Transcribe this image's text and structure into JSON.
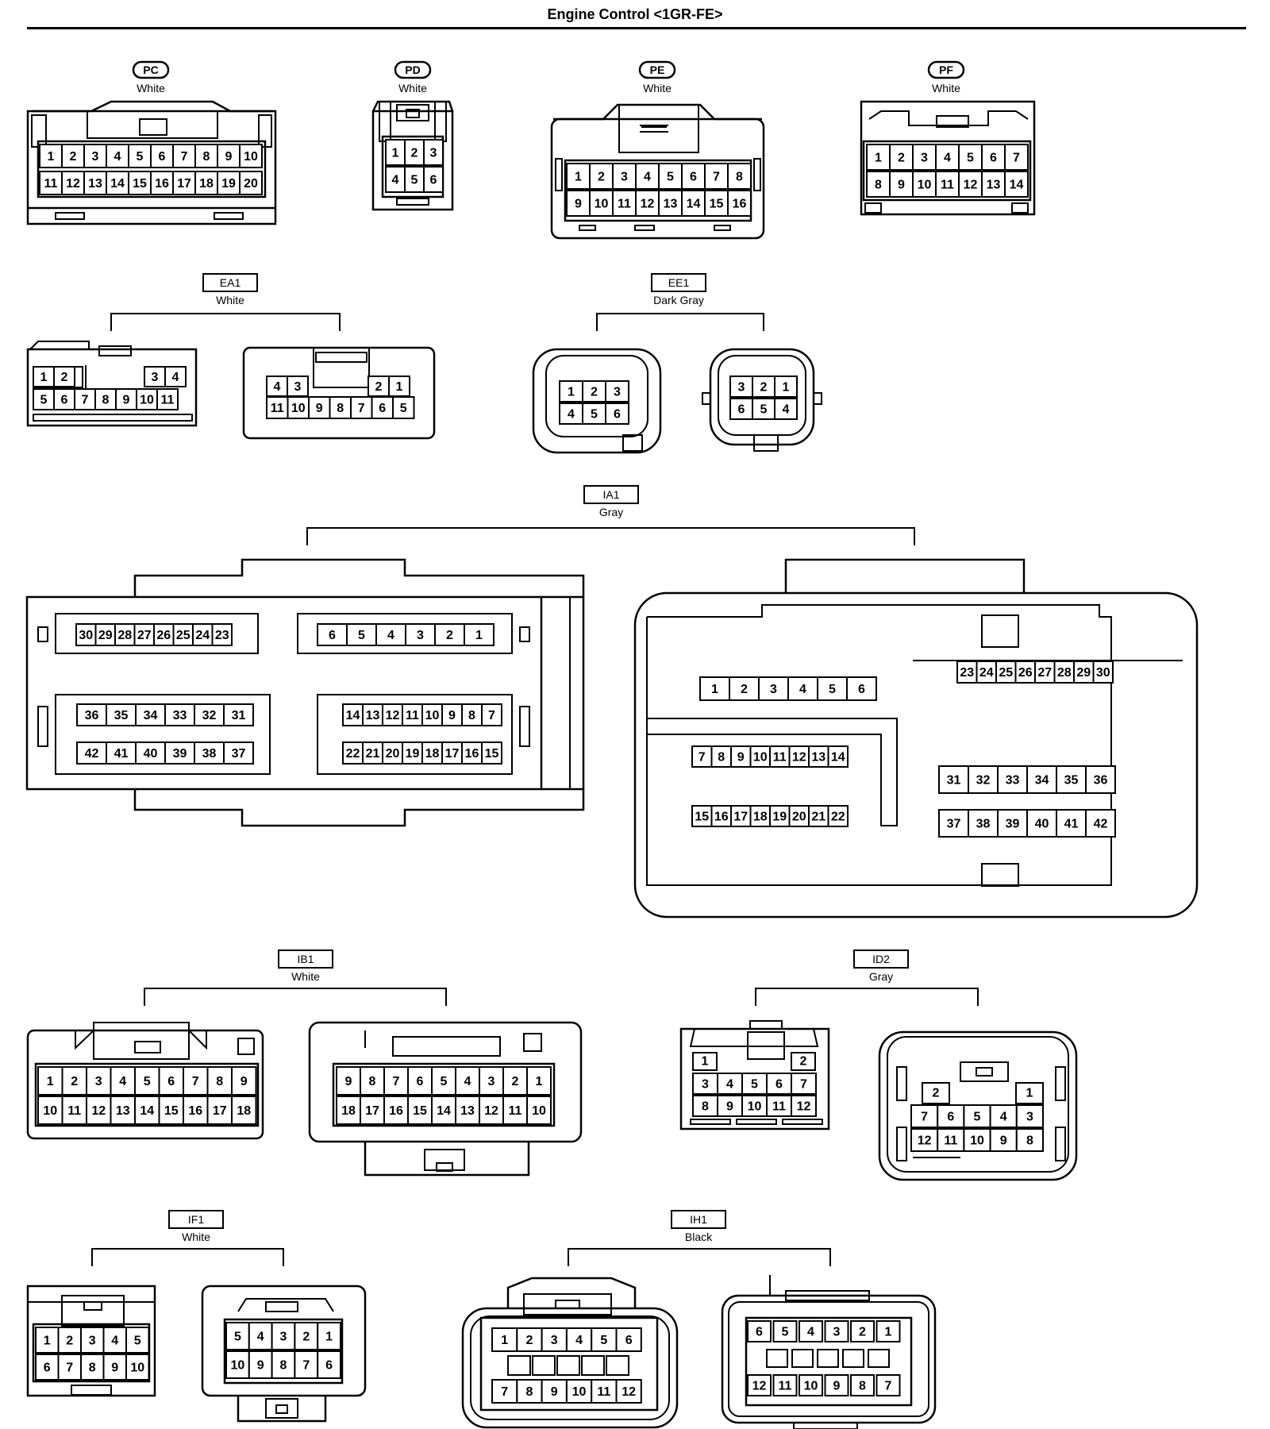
{
  "title": "Engine Control <1GR-FE>",
  "connectors": [
    {
      "id": "PC",
      "color": "White",
      "pins": [
        [
          "1",
          "2",
          "3",
          "4",
          "5",
          "6",
          "7",
          "8",
          "9",
          "10"
        ],
        [
          "11",
          "12",
          "13",
          "14",
          "15",
          "16",
          "17",
          "18",
          "19",
          "20"
        ]
      ]
    },
    {
      "id": "PD",
      "color": "White",
      "pins": [
        [
          "1",
          "2",
          "3"
        ],
        [
          "4",
          "5",
          "6"
        ]
      ]
    },
    {
      "id": "PE",
      "color": "White",
      "pins": [
        [
          "1",
          "2",
          "3",
          "4",
          "5",
          "6",
          "7",
          "8"
        ],
        [
          "9",
          "10",
          "11",
          "12",
          "13",
          "14",
          "15",
          "16"
        ]
      ]
    },
    {
      "id": "PF",
      "color": "White",
      "pins": [
        [
          "1",
          "2",
          "3",
          "4",
          "5",
          "6",
          "7"
        ],
        [
          "8",
          "9",
          "10",
          "11",
          "12",
          "13",
          "14"
        ]
      ]
    },
    {
      "id": "EA1",
      "color": "White",
      "left": {
        "top_a": [
          "1",
          "2"
        ],
        "top_b": [
          "3",
          "4"
        ],
        "bottom": [
          "5",
          "6",
          "7",
          "8",
          "9",
          "10",
          "11"
        ]
      },
      "right": {
        "top_a": [
          "4",
          "3"
        ],
        "top_b": [
          "2",
          "1"
        ],
        "bottom": [
          "11",
          "10",
          "9",
          "8",
          "7",
          "6",
          "5"
        ]
      }
    },
    {
      "id": "EE1",
      "color": "Dark Gray",
      "left": [
        [
          "1",
          "2",
          "3"
        ],
        [
          "4",
          "5",
          "6"
        ]
      ],
      "right": [
        [
          "3",
          "2",
          "1"
        ],
        [
          "6",
          "5",
          "4"
        ]
      ]
    },
    {
      "id": "IA1",
      "color": "Gray",
      "left": {
        "a": [
          "30",
          "29",
          "28",
          "27",
          "26",
          "25",
          "24",
          "23"
        ],
        "b": [
          "6",
          "5",
          "4",
          "3",
          "2",
          "1"
        ],
        "c": [
          "36",
          "35",
          "34",
          "33",
          "32",
          "31"
        ],
        "d": [
          "42",
          "41",
          "40",
          "39",
          "38",
          "37"
        ],
        "e": [
          "14",
          "13",
          "12",
          "11",
          "10",
          "9",
          "8",
          "7"
        ],
        "f": [
          "22",
          "21",
          "20",
          "19",
          "18",
          "17",
          "16",
          "15"
        ]
      },
      "right": {
        "a": [
          "1",
          "2",
          "3",
          "4",
          "5",
          "6"
        ],
        "b": [
          "23",
          "24",
          "25",
          "26",
          "27",
          "28",
          "29",
          "30"
        ],
        "c": [
          "7",
          "8",
          "9",
          "10",
          "11",
          "12",
          "13",
          "14"
        ],
        "d": [
          "15",
          "16",
          "17",
          "18",
          "19",
          "20",
          "21",
          "22"
        ],
        "e": [
          "31",
          "32",
          "33",
          "34",
          "35",
          "36"
        ],
        "f": [
          "37",
          "38",
          "39",
          "40",
          "41",
          "42"
        ]
      }
    },
    {
      "id": "IB1",
      "color": "White",
      "left": [
        [
          "1",
          "2",
          "3",
          "4",
          "5",
          "6",
          "7",
          "8",
          "9"
        ],
        [
          "10",
          "11",
          "12",
          "13",
          "14",
          "15",
          "16",
          "17",
          "18"
        ]
      ],
      "right": [
        [
          "9",
          "8",
          "7",
          "6",
          "5",
          "4",
          "3",
          "2",
          "1"
        ],
        [
          "18",
          "17",
          "16",
          "15",
          "14",
          "13",
          "12",
          "11",
          "10"
        ]
      ]
    },
    {
      "id": "ID2",
      "color": "Gray",
      "left": {
        "a": "1",
        "b": "2",
        "r2": [
          "3",
          "4",
          "5",
          "6",
          "7"
        ],
        "r3": [
          "8",
          "9",
          "10",
          "11",
          "12"
        ]
      },
      "right": {
        "a": "2",
        "b": "1",
        "r2": [
          "7",
          "6",
          "5",
          "4",
          "3"
        ],
        "r3": [
          "12",
          "11",
          "10",
          "9",
          "8"
        ]
      }
    },
    {
      "id": "IF1",
      "color": "White",
      "left": [
        [
          "1",
          "2",
          "3",
          "4",
          "5"
        ],
        [
          "6",
          "7",
          "8",
          "9",
          "10"
        ]
      ],
      "right": [
        [
          "5",
          "4",
          "3",
          "2",
          "1"
        ],
        [
          "10",
          "9",
          "8",
          "7",
          "6"
        ]
      ]
    },
    {
      "id": "IH1",
      "color": "Black",
      "left": [
        [
          "1",
          "2",
          "3",
          "4",
          "5",
          "6"
        ],
        [
          "7",
          "8",
          "9",
          "10",
          "11",
          "12"
        ]
      ],
      "right": [
        [
          "6",
          "5",
          "4",
          "3",
          "2",
          "1"
        ],
        [
          "12",
          "11",
          "10",
          "9",
          "8",
          "7"
        ]
      ]
    }
  ]
}
